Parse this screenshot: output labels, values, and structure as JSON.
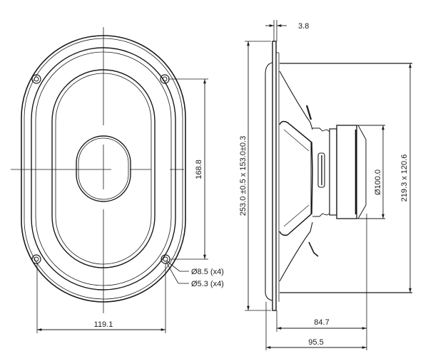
{
  "drawing": {
    "subject": "Oval loudspeaker technical drawing",
    "front_view": {
      "width_label": "119.1",
      "hole_spacing_label": "168.8",
      "hole_large_label": "Ø8.5 (x4)",
      "hole_small_label": "Ø5.3 (x4)"
    },
    "side_view": {
      "flange_thickness_label": "3.8",
      "overall_size_label": "253.0 ±0.5  x 153.0±0.3",
      "magnet_diameter_label": "Ø100.0",
      "cutout_label": "219.3 x 120.6",
      "depth_from_flange_label": "84.7",
      "total_depth_label": "95.5"
    },
    "colors": {
      "line": "#1a1a1a",
      "background": "#ffffff"
    }
  }
}
